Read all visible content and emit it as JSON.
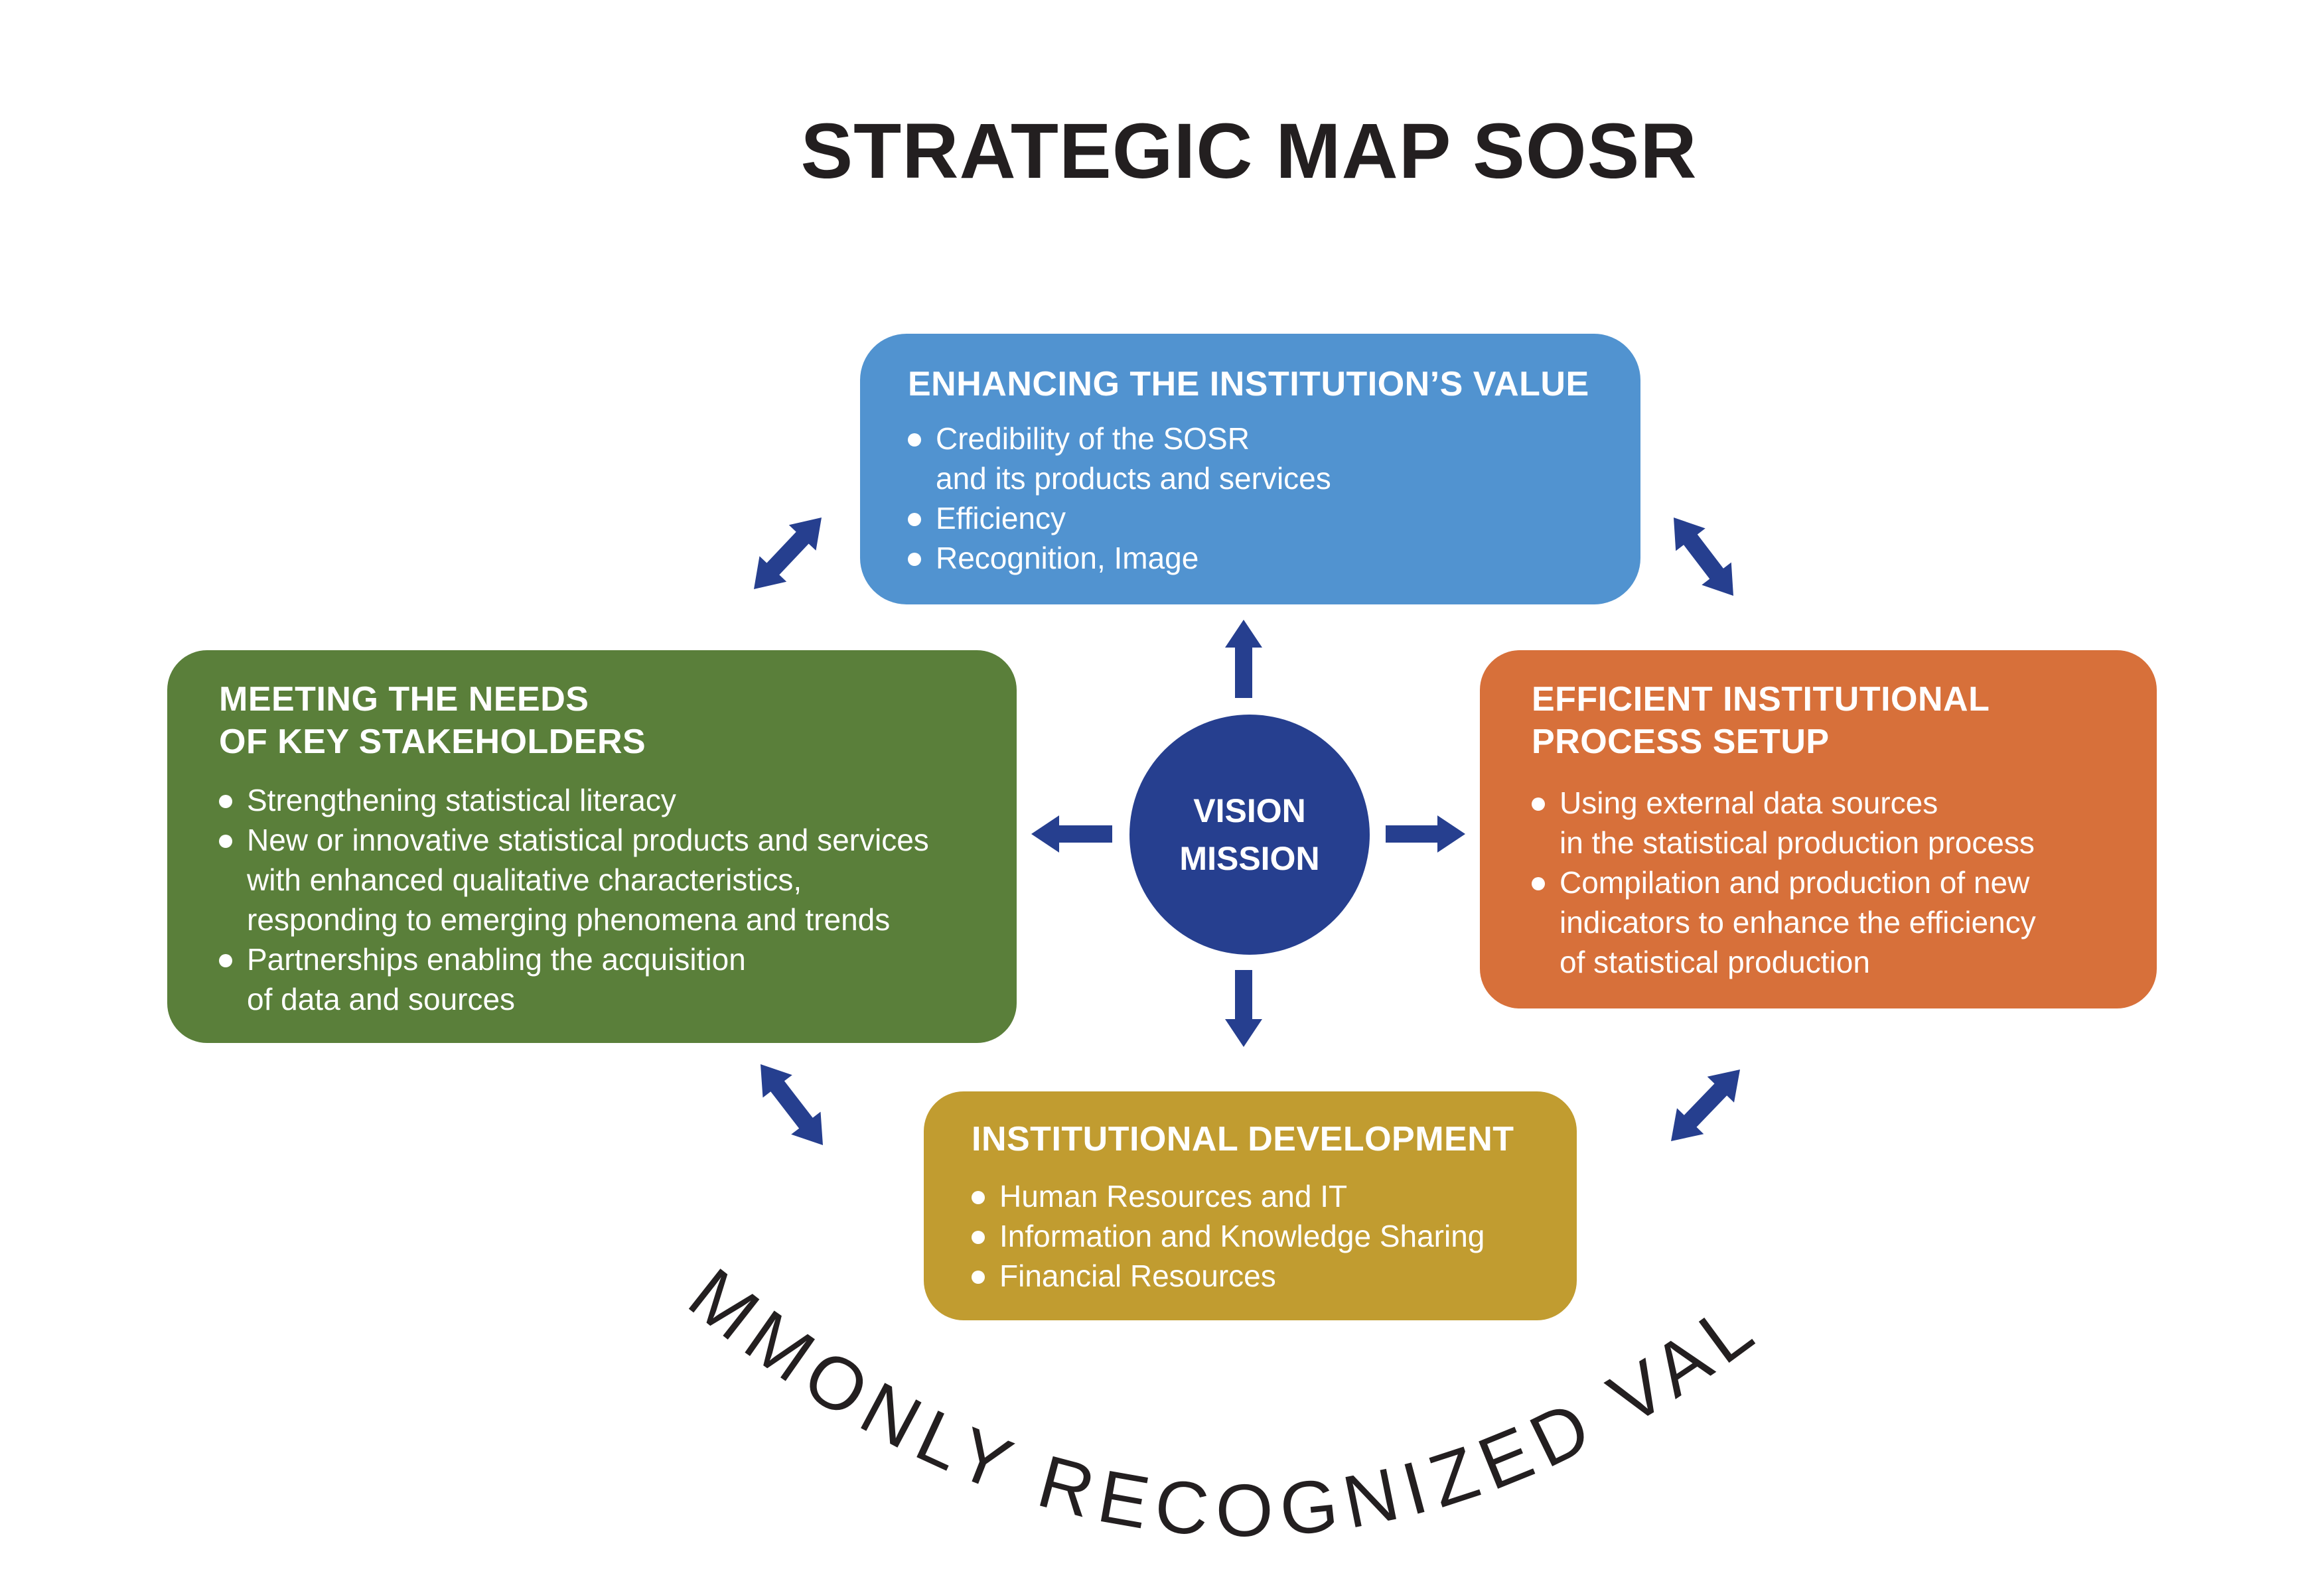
{
  "title": "STRATEGIC MAP SOSR",
  "colors": {
    "top_box": "#5193d0",
    "left_box": "#5a7f3a",
    "right_box": "#d7703a",
    "bottom_box": "#c19c30",
    "center": "#263f8f",
    "arrows": "#263f8f"
  },
  "top_box": {
    "heading": "ENHANCING THE INSTITUTION’S VALUE",
    "items": [
      "Credibility of the SOSR\nand its products and services",
      "Efficiency",
      "Recognition, Image"
    ]
  },
  "left_box": {
    "heading": "MEETING THE NEEDS\nOF KEY STAKEHOLDERS",
    "items": [
      "Strengthening statistical literacy",
      "New or innovative statistical products and services\nwith enhanced qualitative characteristics,\nresponding to emerging phenomena and trends",
      "Partnerships enabling the acquisition\nof data and sources"
    ]
  },
  "right_box": {
    "heading": "EFFICIENT INSTITUTIONAL\nPROCESS SETUP",
    "items": [
      "Using external data sources\nin the statistical production process",
      "Compilation and production of new\nindicators to enhance the efficiency\nof statistical production"
    ]
  },
  "bottom_box": {
    "heading": "INSTITUTIONAL DEVELOPMENT",
    "items": [
      "Human Resources and IT",
      "Information and Knowledge Sharing",
      "Financial Resources"
    ]
  },
  "center": {
    "line1": "VISION",
    "line2": "MISSION"
  },
  "footer_arc_text": "COMMONLY RECOGNIZED VALUES"
}
